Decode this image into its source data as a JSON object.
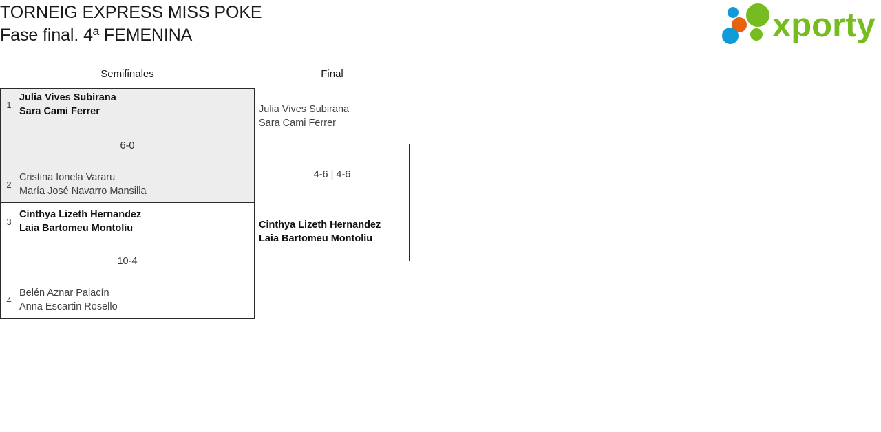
{
  "header": {
    "title_line1": "TORNEIG EXPRESS MISS POKE",
    "title_line2": "Fase final. 4ª FEMENINA"
  },
  "logo": {
    "wordmark": "xporty",
    "colors": {
      "green": "#76bc21",
      "orange": "#e8620c",
      "blue": "#0f9bd7"
    }
  },
  "bracket": {
    "rounds": [
      {
        "key": "semifinals",
        "label": "Semifinales"
      },
      {
        "key": "final",
        "label": "Final"
      }
    ],
    "matches": {
      "sf1": {
        "score": "6-0",
        "top": {
          "seed": "1",
          "player1": "Julia Vives Subirana",
          "player2": "Sara Cami Ferrer",
          "result": "winner"
        },
        "bottom": {
          "seed": "2",
          "player1": "Cristina Ionela Vararu",
          "player2": "María José Navarro Mansilla",
          "result": "loser"
        }
      },
      "sf2": {
        "score": "10-4",
        "top": {
          "seed": "3",
          "player1": "Cinthya Lizeth Hernandez",
          "player2": "Laia Bartomeu Montoliu",
          "result": "winner"
        },
        "bottom": {
          "seed": "4",
          "player1": "Belén Aznar Palacín",
          "player2": "Anna Escartin Rosello",
          "result": "loser"
        }
      },
      "final": {
        "score": "4-6 | 4-6",
        "top": {
          "player1": "Julia Vives Subirana",
          "player2": "Sara Cami Ferrer",
          "result": "loser"
        },
        "bottom": {
          "player1": "Cinthya Lizeth Hernandez",
          "player2": "Laia Bartomeu Montoliu",
          "result": "winner"
        }
      }
    }
  }
}
